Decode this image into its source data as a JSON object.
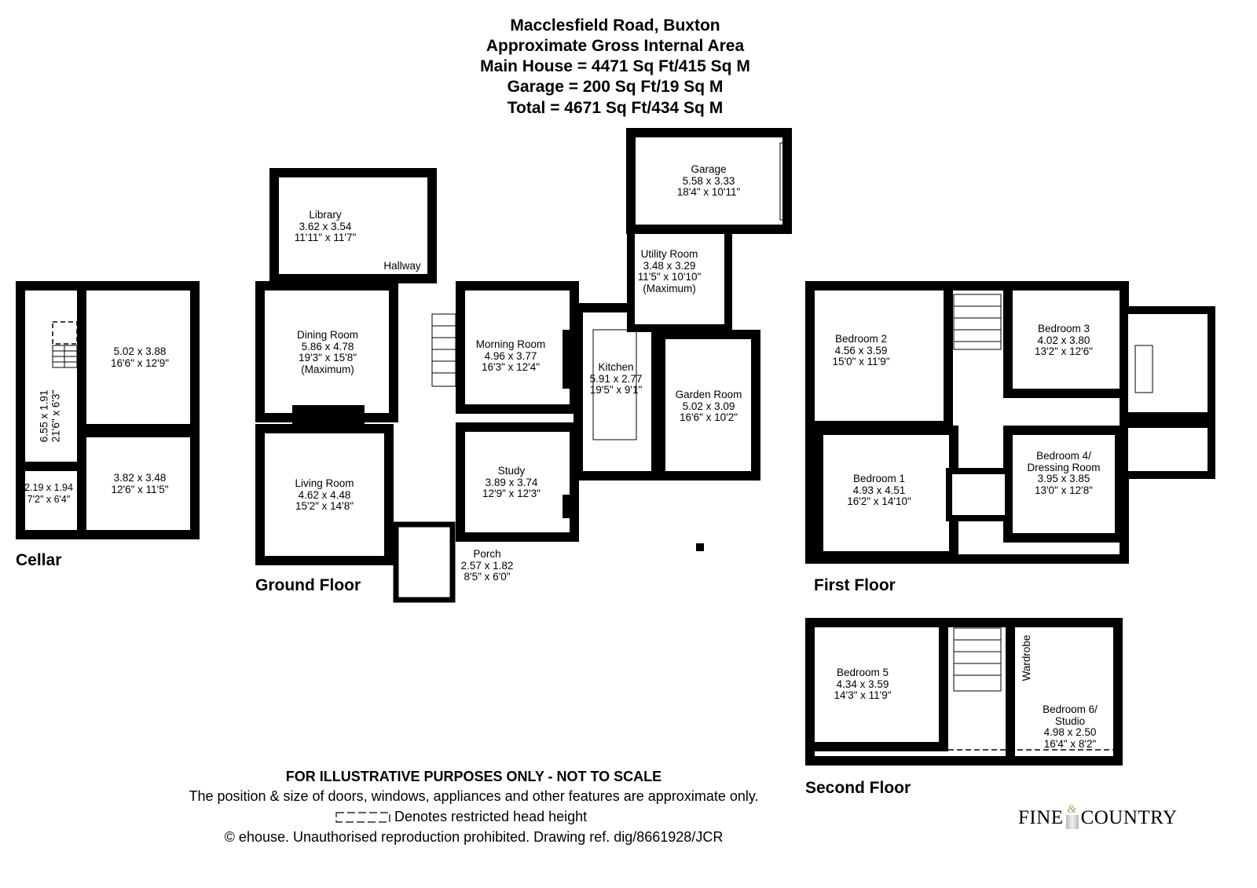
{
  "header": {
    "address": "Macclesfield Road, Buxton",
    "subtitle": "Approximate Gross Internal Area",
    "main_house": "Main House = 4471 Sq Ft/415 Sq M",
    "garage": "Garage = 200 Sq Ft/19 Sq M",
    "total": "Total = 4671 Sq Ft/434 Sq M"
  },
  "floors": {
    "cellar": {
      "label": "Cellar",
      "rooms": [
        {
          "metric": "5.02 x 3.88",
          "imperial": "16'6\" x 12'9\""
        },
        {
          "metric": "3.82 x 3.48",
          "imperial": "12'6\" x 11'5\""
        },
        {
          "metric": "2.19 x 1.94",
          "imperial": "7'2\" x 6'4\""
        },
        {
          "metric": "6.55 x 1.91",
          "imperial": "21'6\" x 6'3\""
        }
      ]
    },
    "ground": {
      "label": "Ground Floor",
      "rooms": [
        {
          "name": "Library",
          "metric": "3.62 x 3.54",
          "imperial": "11'11\" x 11'7\""
        },
        {
          "name": "Hallway"
        },
        {
          "name": "Dining Room",
          "metric": "5.86 x 4.78",
          "imperial": "19'3\" x 15'8\"",
          "note": "(Maximum)"
        },
        {
          "name": "Living Room",
          "metric": "4.62 x 4.48",
          "imperial": "15'2\" x 14'8\""
        },
        {
          "name": "Morning Room",
          "metric": "4.96 x 3.77",
          "imperial": "16'3\" x 12'4\""
        },
        {
          "name": "Study",
          "metric": "3.89 x 3.74",
          "imperial": "12'9\" x 12'3\""
        },
        {
          "name": "Porch",
          "metric": "2.57 x 1.82",
          "imperial": "8'5\" x 6'0\""
        },
        {
          "name": "Kitchen",
          "metric": "5.91 x 2.77",
          "imperial": "19'5\" x 9'1\""
        },
        {
          "name": "Garden Room",
          "metric": "5.02 x 3.09",
          "imperial": "16'6\" x 10'2\""
        },
        {
          "name": "Utility Room",
          "metric": "3.48 x 3.29",
          "imperial": "11'5\" x 10'10\"",
          "note": "(Maximum)"
        },
        {
          "name": "Garage",
          "metric": "5.58 x 3.33",
          "imperial": "18'4\" x 10'11\""
        }
      ]
    },
    "first": {
      "label": "First Floor",
      "rooms": [
        {
          "name": "Bedroom 2",
          "metric": "4.56 x 3.59",
          "imperial": "15'0\" x 11'9\""
        },
        {
          "name": "Bedroom 3",
          "metric": "4.02 x 3.80",
          "imperial": "13'2\" x 12'6\""
        },
        {
          "name": "Bedroom 1",
          "metric": "4.93 x 4.51",
          "imperial": "16'2\" x 14'10\""
        },
        {
          "name": "Bedroom 4/",
          "name2": "Dressing Room",
          "metric": "3.95 x 3.85",
          "imperial": "13'0\" x 12'8\""
        }
      ]
    },
    "second": {
      "label": "Second Floor",
      "rooms": [
        {
          "name": "Bedroom 5",
          "metric": "4.34 x 3.59",
          "imperial": "14'3\" x 11'9\""
        },
        {
          "name": "Wardrobe"
        },
        {
          "name": "Bedroom 6/",
          "name2": "Studio",
          "metric": "4.98 x 2.50",
          "imperial": "16'4\" x 8'2\""
        }
      ]
    }
  },
  "footer": {
    "disclaimer": "FOR ILLUSTRATIVE PURPOSES ONLY - NOT TO SCALE",
    "note": "The position & size of doors, windows, appliances and other features are approximate only.",
    "legend": "Denotes restricted head height",
    "copyright": "© ehouse. Unauthorised reproduction prohibited. Drawing ref. dig/8661928/JCR"
  },
  "logo": {
    "text_left": "Fine",
    "amp": "&",
    "text_right": "Country"
  }
}
